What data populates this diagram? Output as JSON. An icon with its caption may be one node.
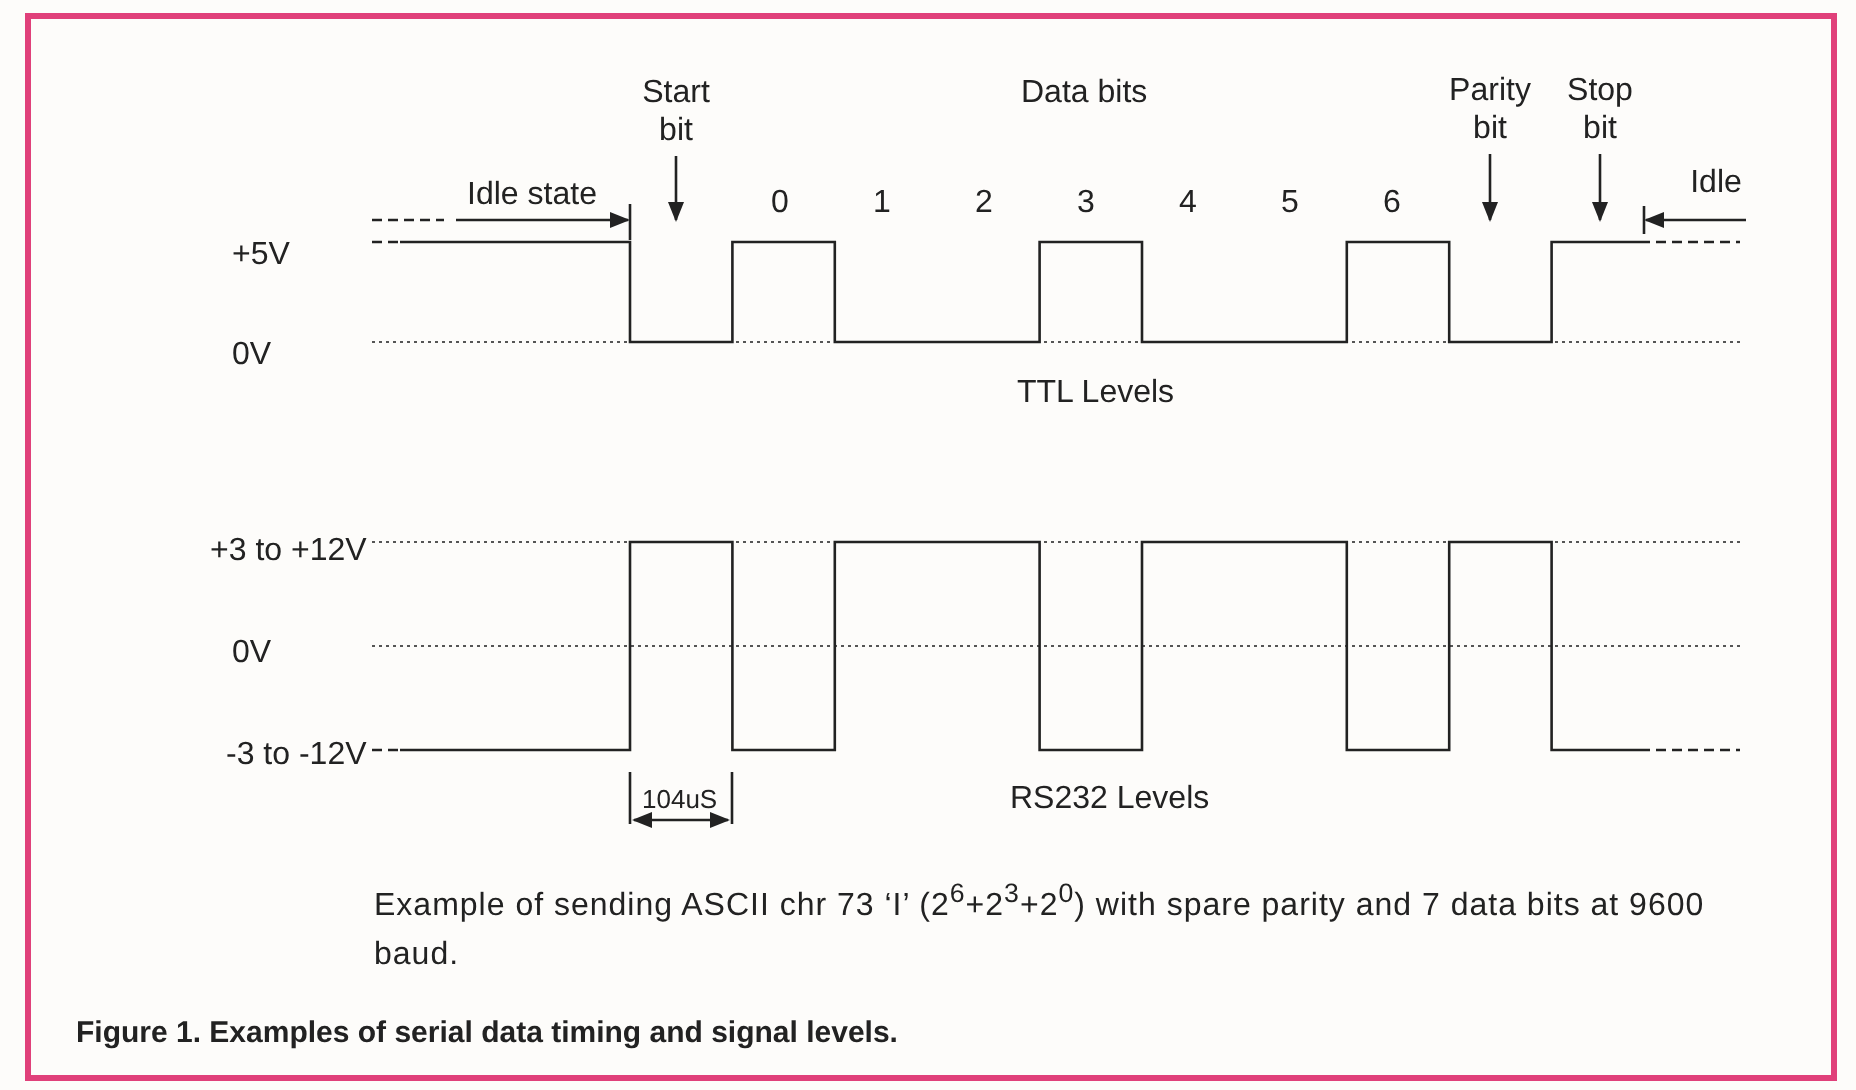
{
  "diagram": {
    "caption": "Figure 1. Examples of serial data timing and signal levels.",
    "nodes": [
      {
        "text": [
          "Idle state"
        ]
      },
      {
        "text": [
          "Start bit"
        ]
      },
      {
        "text": [
          "Parity bit"
        ]
      },
      {
        "text": [
          "Stop bit"
        ]
      },
      {
        "text": [
          "Idle"
        ]
      },
      {
        "text": [],
        "shape": "picture"
      }
    ],
    "edges": [
      {
        "from": 0,
        "to": 5,
        "arrow": "to"
      },
      {
        "from": 1,
        "to": 5,
        "arrow": "to"
      },
      {
        "from": 2,
        "to": 5,
        "arrow": "to"
      },
      {
        "from": 3,
        "to": 5,
        "arrow": "to"
      },
      {
        "from": 4,
        "to": 5,
        "arrow": "to"
      }
    ],
    "labels": [
      "Data bits",
      "0",
      "1",
      "2",
      "3",
      "4",
      "5",
      "6",
      "+5V",
      "0V",
      "TTL Levels",
      "+3 to +12V",
      "0V",
      "-3 to -12V",
      "104uS",
      "RS232 Levels",
      "Example of sending ASCII chr 73 ‘I’ (2$^{6}$+2$^{3}$+2$^{0}$) with spare parity and 7 data bits at 9600 baud."
    ]
  }
}
